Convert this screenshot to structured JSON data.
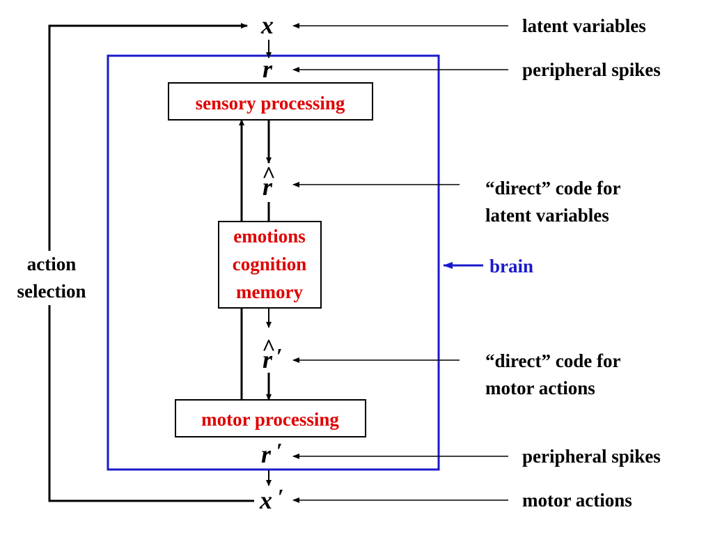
{
  "colors": {
    "line": "#000000",
    "brain_box": "#1a1acc",
    "process_text": "#e00000",
    "brain_label": "#1a1acc"
  },
  "variables": {
    "x": "x",
    "r": "r",
    "r_hat": "r",
    "hat": "^",
    "r_hat_prime": "r",
    "r_prime": "r",
    "x_prime": "x",
    "prime": "′"
  },
  "boxes": {
    "sensory": "sensory processing",
    "central": [
      "emotions",
      "cognition",
      "memory"
    ],
    "motor": "motor processing"
  },
  "annotations": {
    "latent_variables": "latent variables",
    "peripheral_spikes_top": "peripheral spikes",
    "direct_latent": [
      "“direct” code for",
      "latent variables"
    ],
    "brain": "brain",
    "direct_motor": [
      "“direct” code for",
      "motor actions"
    ],
    "peripheral_spikes_bottom": "peripheral spikes",
    "motor_actions": "motor actions",
    "action_selection": [
      "action",
      "selection"
    ]
  }
}
